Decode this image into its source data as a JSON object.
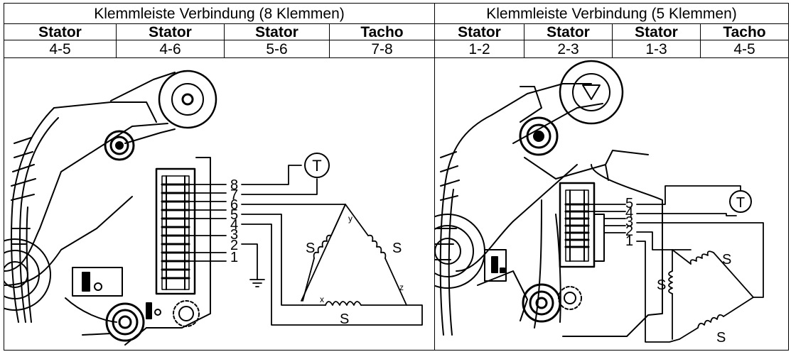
{
  "left": {
    "title": "Klemmleiste Verbindung (8 Klemmen)",
    "headers": [
      "Stator",
      "Stator",
      "Stator",
      "Tacho"
    ],
    "values": [
      "4-5",
      "4-6",
      "5-6",
      "7-8"
    ],
    "terminal_numbers": [
      "8",
      "7",
      "6",
      "5",
      "4",
      "3",
      "2",
      "1"
    ],
    "tacho_symbol": "T",
    "winding_label": "S",
    "node_labels": [
      "y",
      "x",
      "z"
    ]
  },
  "right": {
    "title": "Klemmleiste Verbindung (5 Klemmen)",
    "headers": [
      "Stator",
      "Stator",
      "Stator",
      "Tacho"
    ],
    "values": [
      "1-2",
      "2-3",
      "1-3",
      "4-5"
    ],
    "terminal_numbers": [
      "5",
      "4",
      "3",
      "2",
      "1"
    ],
    "tacho_symbol": "T",
    "winding_label": "S"
  }
}
